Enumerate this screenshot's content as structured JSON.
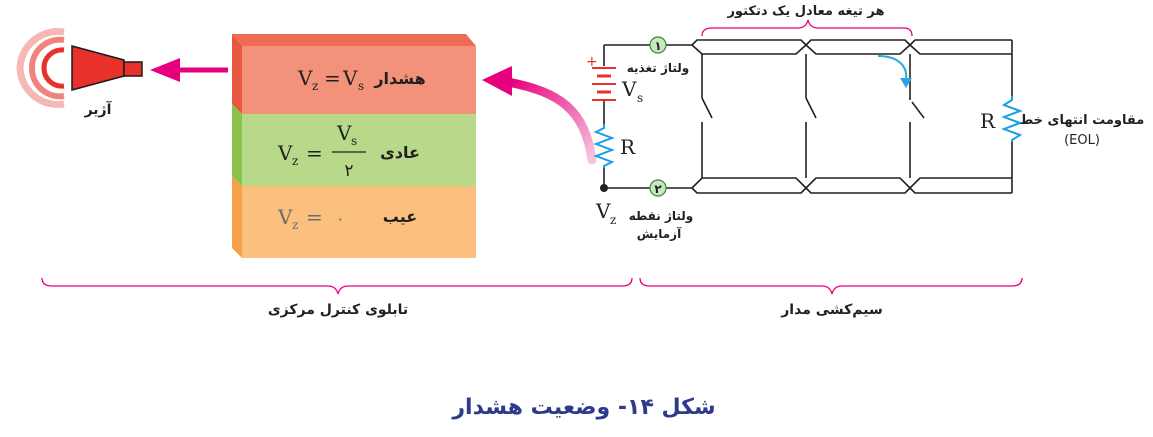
{
  "panel": {
    "alarm": {
      "label": "هشدار",
      "formula_lhs": "V",
      "formula_lhs_sub": "z",
      "formula_eq": "=",
      "formula_rhs": "V",
      "formula_rhs_sub": "s"
    },
    "normal": {
      "label": "عادی",
      "formula_lhs": "V",
      "formula_lhs_sub": "z",
      "formula_eq": "=",
      "numerator": "V",
      "numerator_sub": "s",
      "denominator": "۲"
    },
    "fault": {
      "label": "عیب",
      "formula_lhs": "V",
      "formula_lhs_sub": "z",
      "formula_eq": "=",
      "formula_rhs": "۰"
    },
    "colors": {
      "alarm": "#f2927a",
      "normal": "#b9d98a",
      "fault": "#fbbf7e"
    }
  },
  "siren": {
    "label": "آژیر"
  },
  "circuit": {
    "supply_voltage_label": "ولتاژ تغذیه",
    "supply_symbol": "V",
    "supply_symbol_sub": "s",
    "supply_plus": "+",
    "node1": "۱",
    "node2": "۲",
    "resistor_left": "R",
    "test_point_label_line1": "ولتاژ نقطه",
    "test_point_label_line2": "آزمایش",
    "test_point_symbol": "V",
    "test_point_symbol_sub": "z",
    "detector_label": "هر تیغه معادل یک دتکتور",
    "eol_label_line1": "مقاومت انتهای خط",
    "eol_label_line2": "(EOL)",
    "resistor_right": "R"
  },
  "braces": {
    "left": "تابلوی کنترل مرکزی",
    "right": "سیم‌کشی مدار"
  },
  "caption": "شکل ۱۴- وضعیت هشدار",
  "colors": {
    "arrow": "#e6007e",
    "caption": "#2e3b8c",
    "wire": "#231f20",
    "node_fill": "#c8e6c0",
    "node_stroke": "#3a8a3a",
    "blue_arrow": "#29a8e0",
    "resistor": "#1a9fe0",
    "siren": "#e8312a"
  }
}
